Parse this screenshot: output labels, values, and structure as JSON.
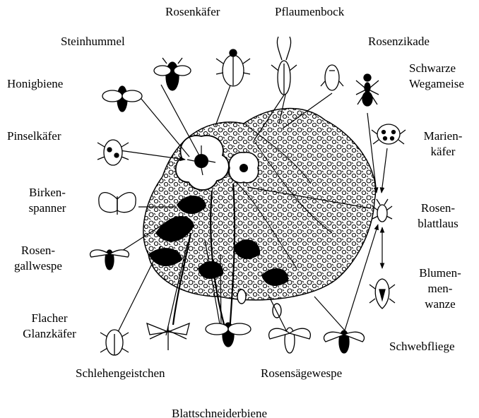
{
  "labels": {
    "rosenkaefer": "Rosenkäfer",
    "pflaumenbock": "Pflaumenbock",
    "steinhummel": "Steinhummel",
    "rosenzikade": "Rosenzikade",
    "honigbiene": "Honigbiene",
    "schwarze_wegameise": [
      "Schwarze",
      "Wegameise"
    ],
    "pinselkaefer": "Pinselkäfer",
    "marienkaefer": [
      "Marien-",
      "käfer"
    ],
    "birkenspanner": [
      "Birken-",
      "spanner"
    ],
    "rosenblattlaus": [
      "Rosen-",
      "blattlaus"
    ],
    "rosengallwespe": [
      "Rosen-",
      "gallwespe"
    ],
    "blumenwanze": [
      "Blumen-",
      "men-",
      "wanze"
    ],
    "flacher_glanzkaefer": [
      "Flacher",
      "Glanzkäfer"
    ],
    "schwebfliege": "Schwebfliege",
    "schlehengeistchen": "Schlehengeistchen",
    "rosensaegewespe": "Rosensägewespe",
    "blattschneiderbiene": "Blattschneiderbiene"
  },
  "icons": {
    "rose": "wild-rose-bush-illustration",
    "insects": [
      "steinhummel-icon",
      "rosenkaefer-icon",
      "pflaumenbock-icon",
      "rosenzikade-icon",
      "honigbiene-icon",
      "schwarze-wegameise-icon",
      "pinselkaefer-icon",
      "marienkaefer-icon",
      "birkenspanner-icon",
      "rosenblattlaus-icon",
      "rosengallwespe-icon",
      "blumenwanze-icon",
      "glanzkaefer-icon",
      "schlehengeistchen-icon",
      "blattschneiderbiene-icon",
      "rosensaegewespe-icon",
      "schwebfliege-icon"
    ]
  },
  "colors": {
    "ink": "#000000",
    "background": "#ffffff"
  }
}
